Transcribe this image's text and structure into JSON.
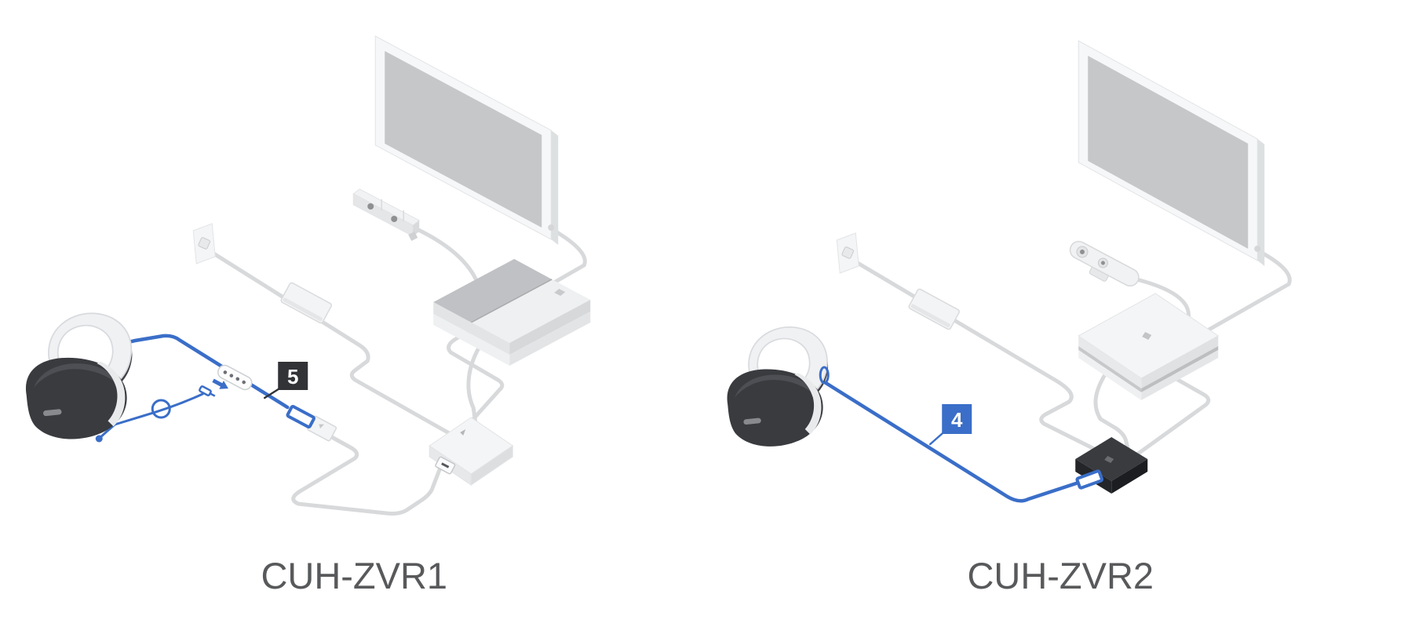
{
  "diagrams": [
    {
      "model_label": "CUH-ZVR1",
      "callout": {
        "number": "5",
        "box_color": "#313337",
        "text_color": "#ffffff"
      },
      "components": [
        "vr-headset",
        "headset-cable",
        "stereo-headphones",
        "inline-remote",
        "processor-unit",
        "ps4-console",
        "ps-camera",
        "tv",
        "power-outlet",
        "ac-adapter",
        "headset-connection-cable"
      ]
    },
    {
      "model_label": "CUH-ZVR2",
      "callout": {
        "number": "4",
        "box_color": "#3a6ec8",
        "text_color": "#ffffff"
      },
      "components": [
        "vr-headset",
        "headset-cable",
        "processor-unit",
        "ps4-slim-console",
        "ps-camera-v2",
        "tv",
        "power-outlet",
        "ac-adapter"
      ]
    }
  ],
  "colors": {
    "accent_blue": "#3a6ec8",
    "callout_dark": "#313337",
    "cable_gray": "#d7d9db",
    "label_text": "#58595b",
    "background": "#ffffff"
  }
}
